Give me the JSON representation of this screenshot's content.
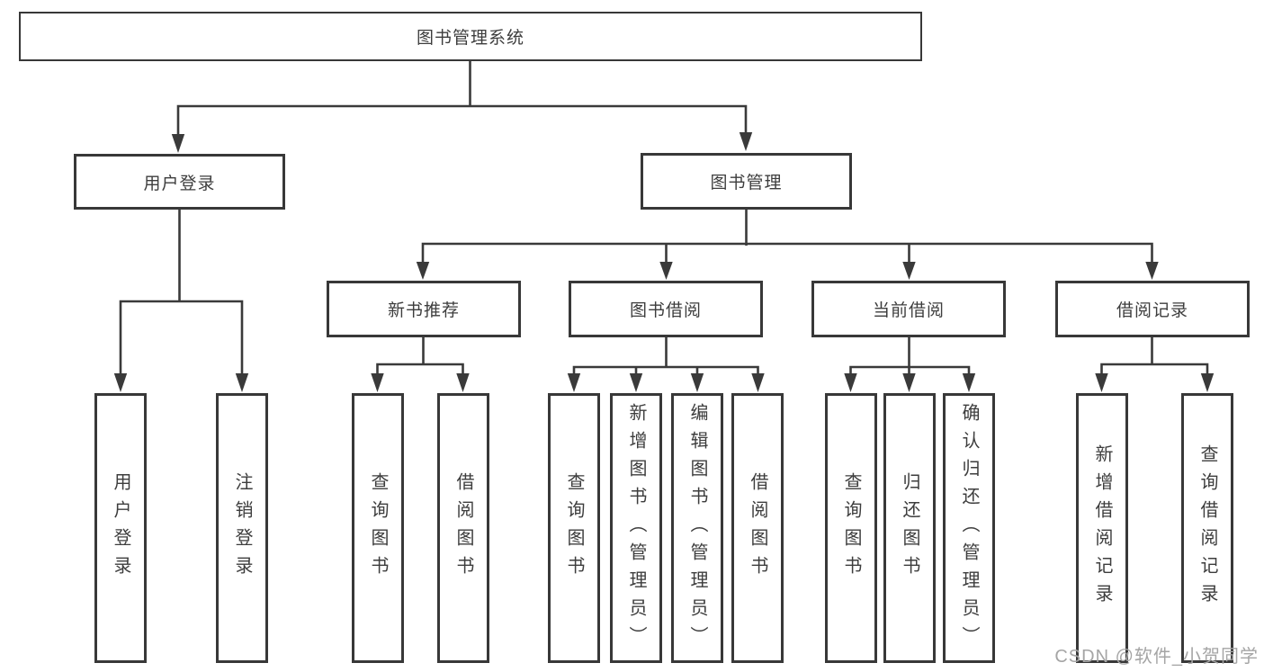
{
  "nodes": {
    "root": {
      "label": "图书管理系统"
    },
    "level2": [
      {
        "label": "用户登录"
      },
      {
        "label": "图书管理"
      }
    ],
    "level3": [
      {
        "label": "新书推荐"
      },
      {
        "label": "图书借阅"
      },
      {
        "label": "当前借阅"
      },
      {
        "label": "借阅记录"
      }
    ],
    "leaves": {
      "user_login": [
        "用户登录",
        "注销登录"
      ],
      "new_book_recommend": [
        "查询图书",
        "借阅图书"
      ],
      "book_borrow": [
        "查询图书",
        "新增图书（管理员）",
        "编辑图书（管理员）",
        "借阅图书"
      ],
      "current_borrow": [
        "查询图书",
        "归还图书",
        "确认归还（管理员）"
      ],
      "borrow_record": [
        "新增借阅记录",
        "查询借阅记录"
      ]
    }
  },
  "colors": {
    "line": "#3a3a3a",
    "border": "#383838",
    "text": "#3d3d3d",
    "background": "#ffffff",
    "watermark": "#a5a5a5"
  },
  "watermark": {
    "text": "CSDN @软件_小贺同学"
  }
}
